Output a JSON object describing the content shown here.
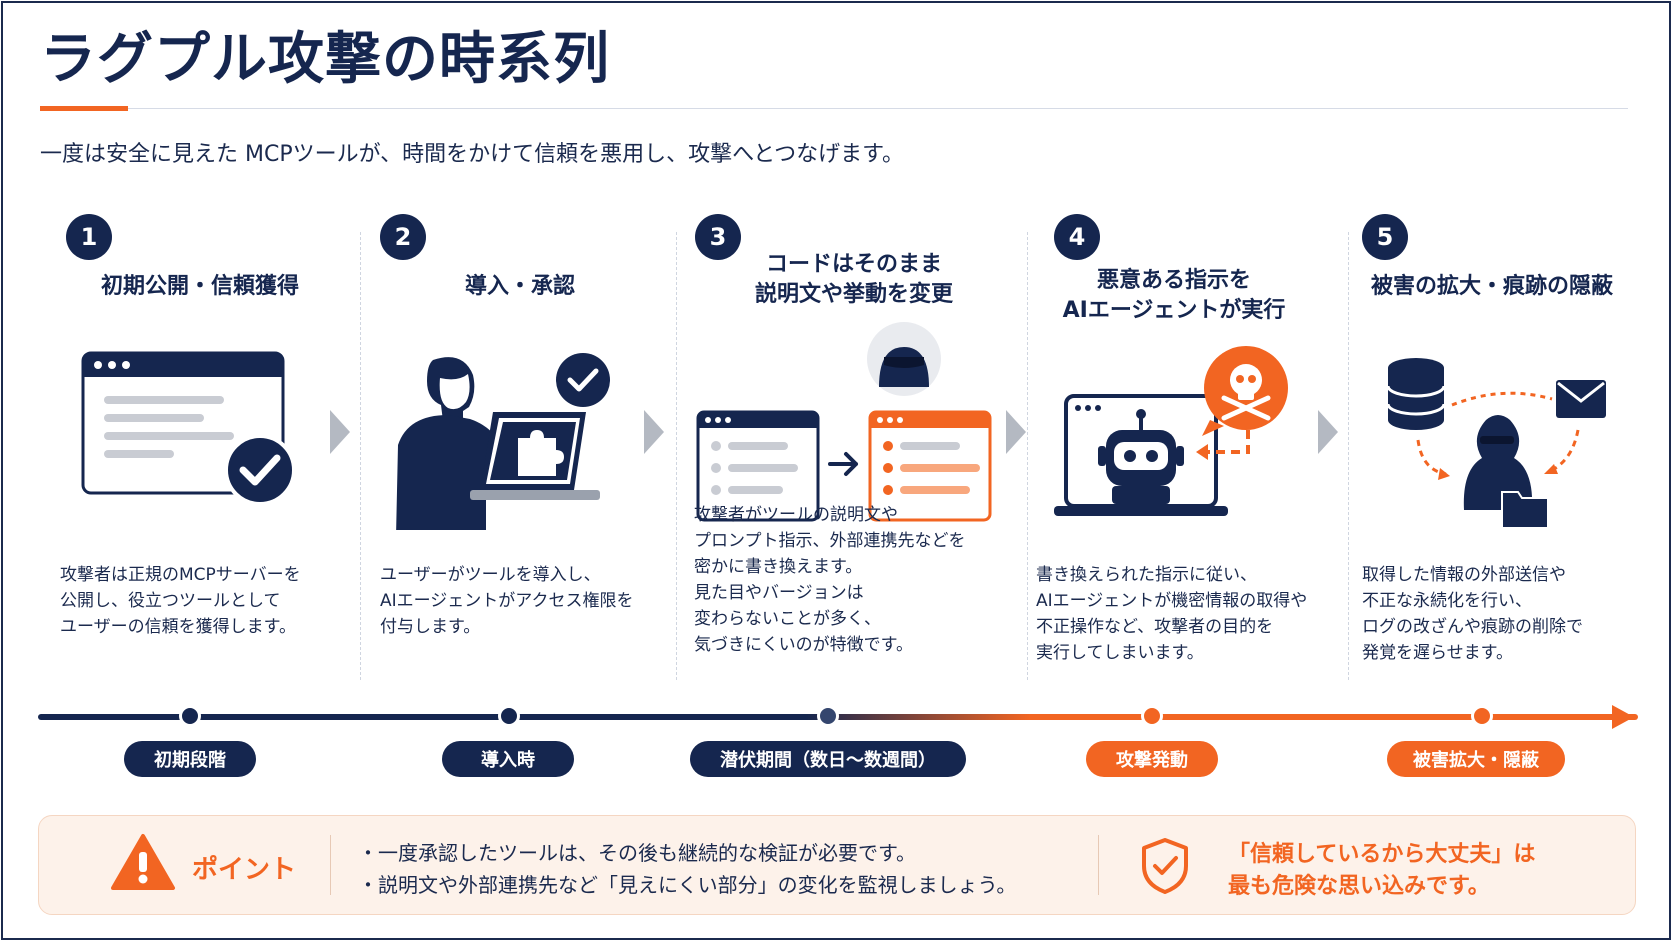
{
  "header": {
    "title": "ラグプル攻撃の時系列",
    "subtitle": "一度は安全に見えた MCPツールが、時間をかけて信頼を悪用し、攻撃へとつなげます。"
  },
  "steps": [
    {
      "number": "1",
      "title_lines": [
        "初期公開・信頼獲得"
      ],
      "desc_lines": [
        "攻撃者は正規のMCPサーバーを",
        "公開し、役立つツールとして",
        "ユーザーの信頼を獲得します。"
      ],
      "icon": "browser-check-icon"
    },
    {
      "number": "2",
      "title_lines": [
        "導入・承認"
      ],
      "desc_lines": [
        "ユーザーがツールを導入し、",
        "AIエージェントがアクセス権限を",
        "付与します。"
      ],
      "icon": "user-laptop-plugin-icon"
    },
    {
      "number": "3",
      "title_lines": [
        "コードはそのまま",
        "説明文や挙動を変更"
      ],
      "desc_lines": [
        "攻撃者がツールの説明文や",
        "プロンプト指示、外部連携先などを",
        "密かに書き換えます。",
        "見た目やバージョンは",
        "変わらないことが多く、",
        "気づきにくいのが特徴です。"
      ],
      "icon": "hacker-modify-window-icon"
    },
    {
      "number": "4",
      "title_lines": [
        "悪意ある指示を",
        "AIエージェントが実行"
      ],
      "desc_lines": [
        "書き換えられた指示に従い、",
        "AIエージェントが機密情報の取得や",
        "不正操作など、攻撃者の目的を",
        "実行してしまいます。"
      ],
      "icon": "robot-laptop-skull-icon"
    },
    {
      "number": "5",
      "title_lines": [
        "被害の拡大・痕跡の隠蔽"
      ],
      "desc_lines": [
        "取得した情報の外部送信や",
        "不正な永続化を行い、",
        "ログの改ざんや痕跡の削除で",
        "発覚を遅らせます。"
      ],
      "icon": "hacker-database-mail-icon"
    }
  ],
  "timeline": {
    "phases": [
      {
        "label": "初期段階",
        "color": "#15264f"
      },
      {
        "label": "導入時",
        "color": "#15264f"
      },
      {
        "label": "潜伏期間（数日〜数週間）",
        "color": "#15264f"
      },
      {
        "label": "攻撃発動",
        "color": "#f26522"
      },
      {
        "label": "被害拡大・隠蔽",
        "color": "#f26522"
      }
    ]
  },
  "point": {
    "label": "ポイント",
    "items": [
      "・一度承認したツールは、その後も継続的な検証が必要です。",
      "・説明文や外部連携先など「見えにくい部分」の変化を監視しましょう。"
    ],
    "note_lines": [
      "「信頼しているから大丈夫」は",
      "最も危険な思い込みです。"
    ]
  },
  "colors": {
    "navy": "#15264f",
    "orange": "#f26522",
    "gray": "#b4b9c2",
    "point_bg": "#fdf2ea"
  }
}
